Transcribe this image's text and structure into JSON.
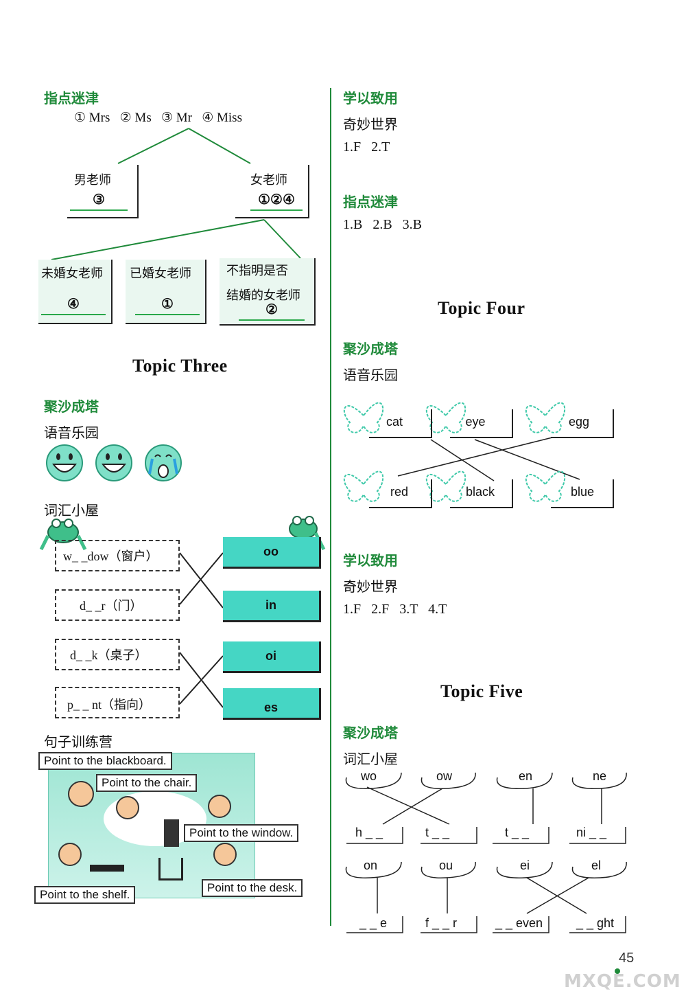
{
  "left": {
    "zhidian": {
      "header": "指点迷津",
      "options": "① Mrs   ② Ms   ③ Mr   ④ Miss",
      "male_label": "男老师",
      "male_answer": "③",
      "female_label": "女老师",
      "female_answer": "①②④",
      "unmarried_label": "未婚女老师",
      "unmarried_answer": "④",
      "married_label": "已婚女老师",
      "married_answer": "①",
      "unspecified_label_1": "不指明是否",
      "unspecified_label_2": "结婚的女老师",
      "unspecified_answer": "②"
    },
    "topic3": {
      "title": "Topic Three",
      "header": "聚沙成塔",
      "phonics": "语音乐园",
      "vocab": "词汇小屋",
      "words": [
        "w_ _dow（窗户）",
        "d_ _r（门）",
        "d_ _k（桌子）",
        "p_ _ nt（指向）"
      ],
      "letters": [
        "oo",
        "in",
        "oi",
        "es"
      ],
      "sentences_header": "句子训练营",
      "callouts": {
        "blackboard": "Point to the blackboard.",
        "chair": "Point to the chair.",
        "window": "Point to the window.",
        "shelf": "Point to the shelf.",
        "desk": "Point to the desk."
      }
    }
  },
  "right": {
    "xueyi1": {
      "header": "学以致用",
      "sub": "奇妙世界",
      "answers": "1.F   2.T"
    },
    "zhidian2": {
      "header": "指点迷津",
      "answers": "1.B   2.B   3.B"
    },
    "topic4": {
      "title": "Topic Four",
      "header": "聚沙成塔",
      "phonics": "语音乐园",
      "top_words": [
        "cat",
        "eye",
        "egg"
      ],
      "bottom_words": [
        "red",
        "black",
        "blue"
      ]
    },
    "xueyi2": {
      "header": "学以致用",
      "sub": "奇妙世界",
      "answers": "1.F   2.F   3.T   4.T"
    },
    "topic5": {
      "title": "Topic Five",
      "header": "聚沙成塔",
      "vocab": "词汇小屋",
      "row1_top": [
        "wo",
        "ow",
        "en",
        "ne"
      ],
      "row1_bottom": [
        "h _ _",
        "t _ _",
        "t _ _",
        "ni _ _"
      ],
      "row2_top": [
        "on",
        "ou",
        "ei",
        "el"
      ],
      "row2_bottom": [
        "_ _ e",
        "f _ _ r",
        "_ _ even",
        "_ _ ght"
      ]
    }
  },
  "page_number": "45",
  "watermark": "MXQE.COM",
  "colors": {
    "accent": "#1f8a3a",
    "teal": "#45d6c4",
    "butterfly": "#3fc9a9"
  }
}
